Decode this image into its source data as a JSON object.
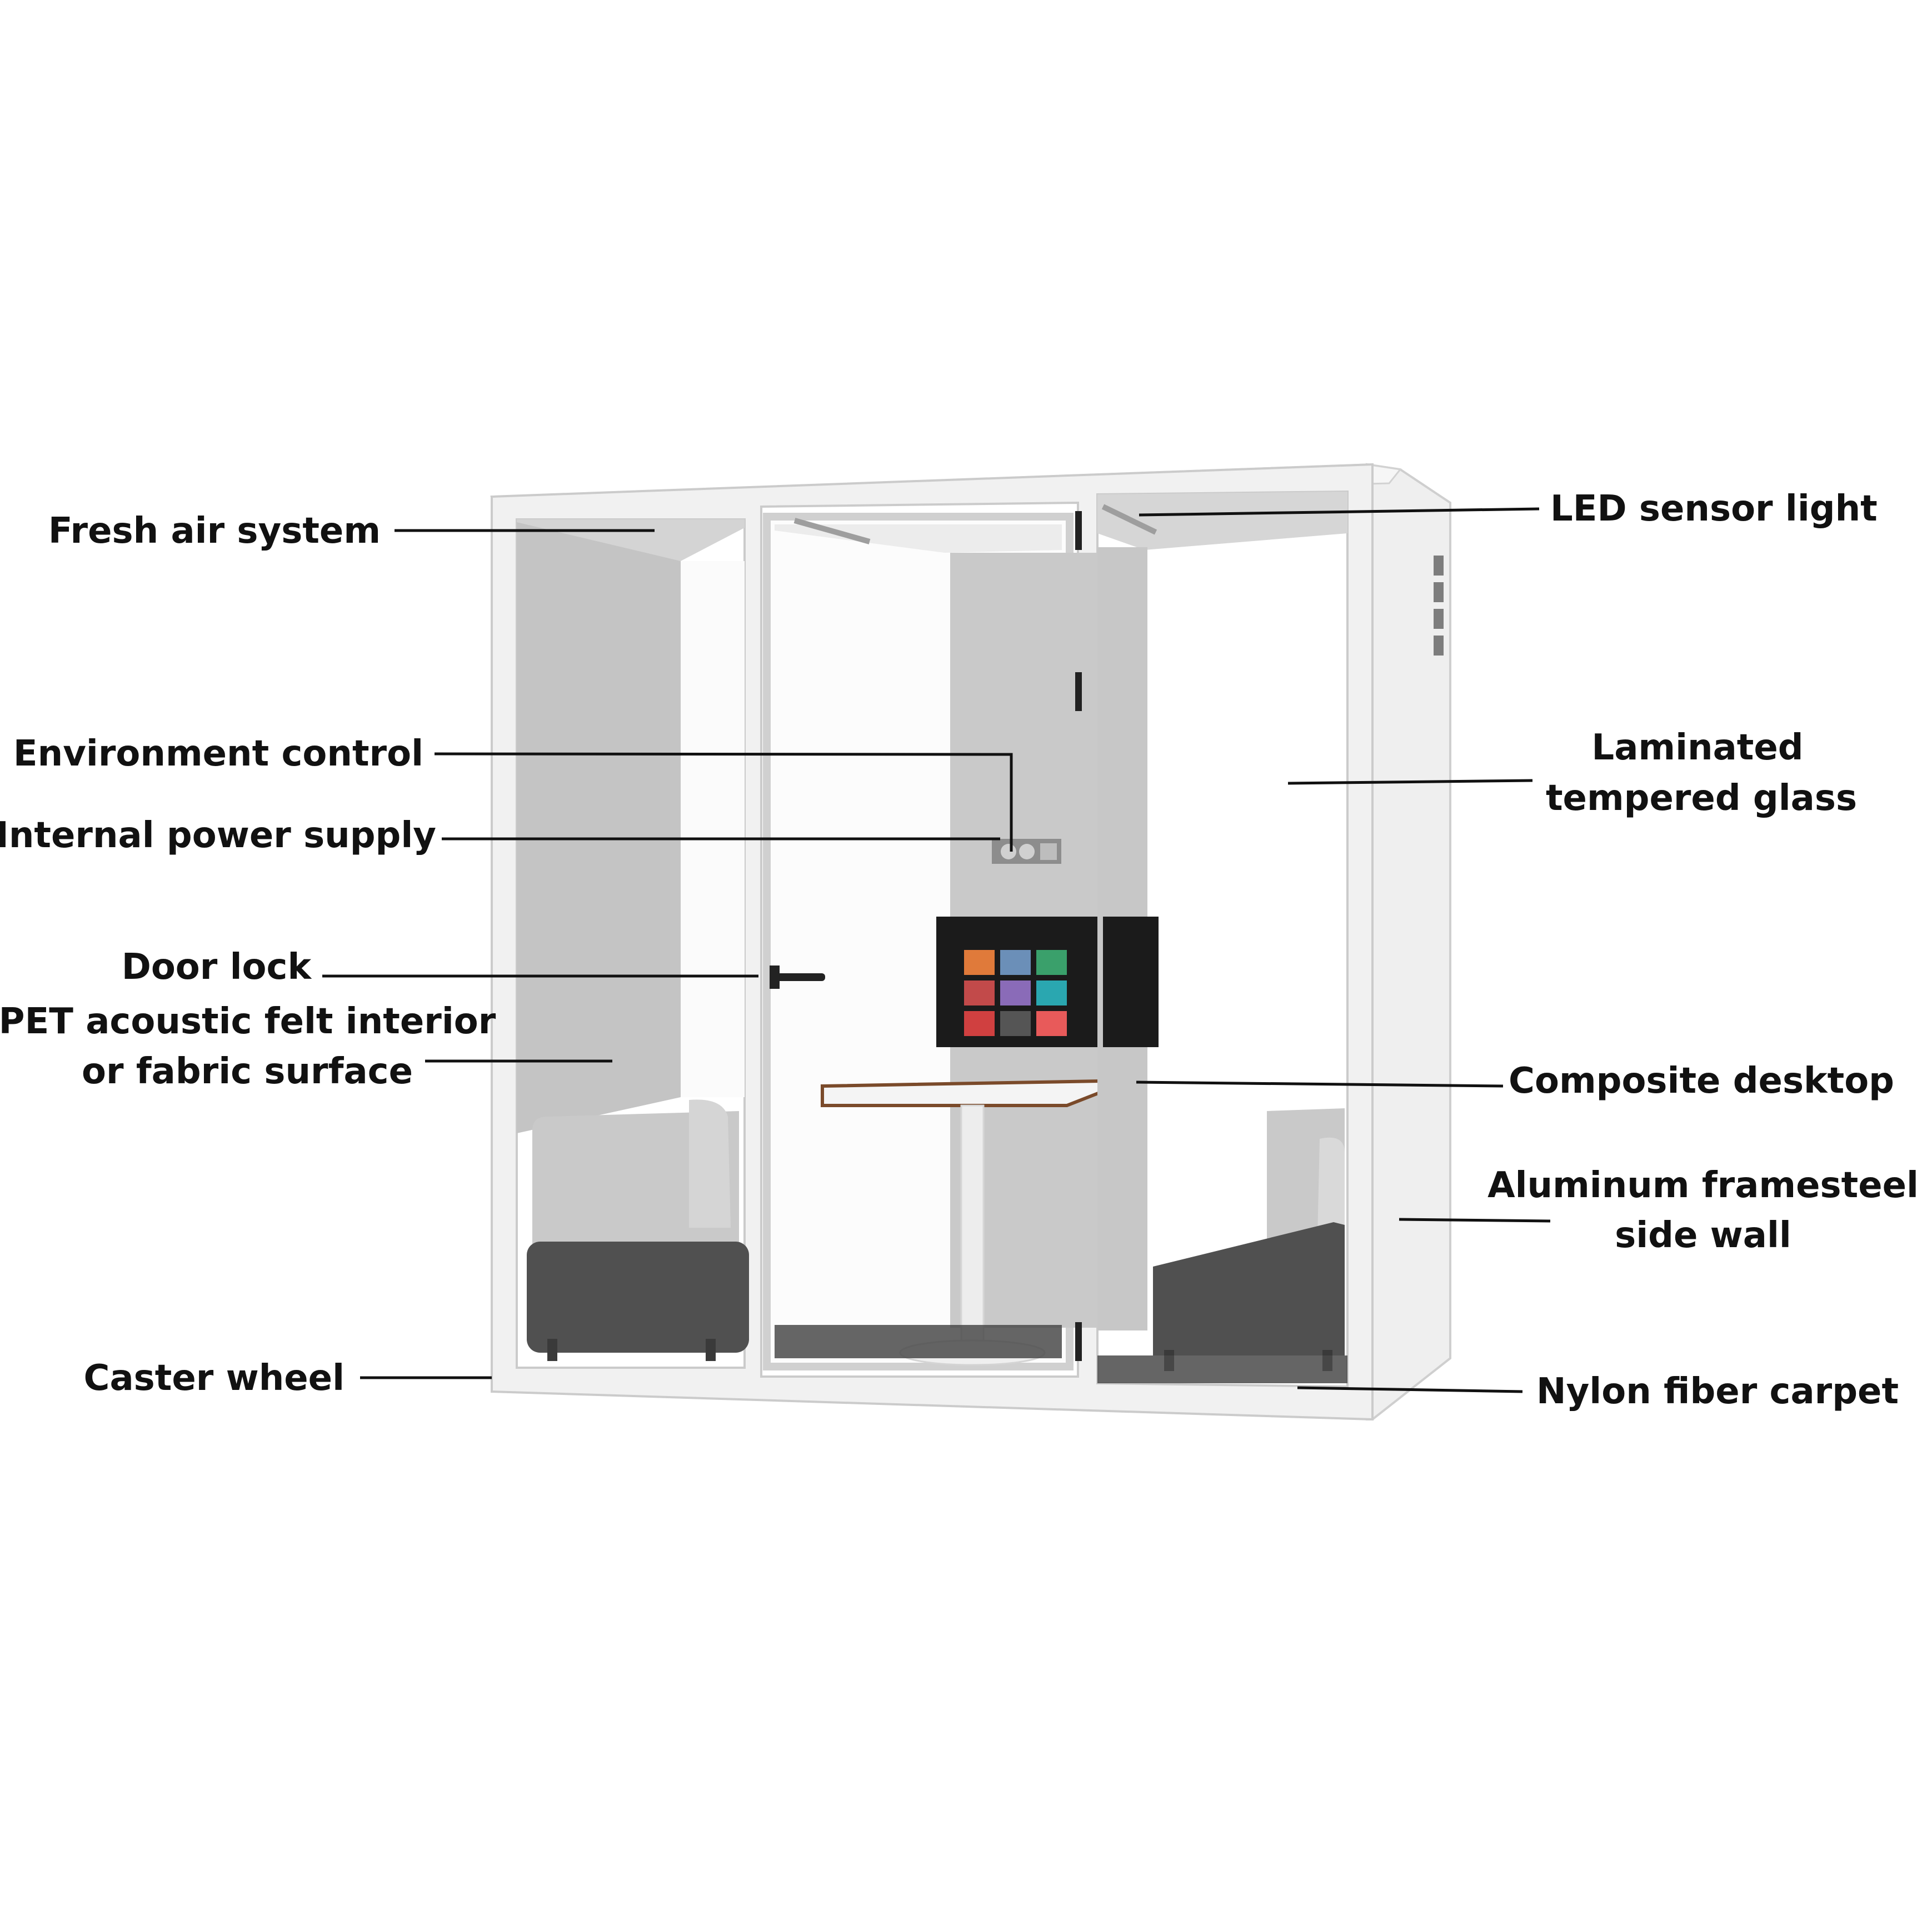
{
  "colors": {
    "frame": "#f1f1f1",
    "frame_stroke": "#c9c9c9",
    "felt": "#c4c4c4",
    "felt_dark": "#b2b2b2",
    "sofa_seat": "#4f4f4f",
    "sofa_back": "#c8c8c8",
    "label_text": "#111111",
    "leader_line": "#111111"
  },
  "labels": {
    "fresh_air": "Fresh air system",
    "environment": "Environment control",
    "power": "Internal power supply",
    "door_lock": "Door lock",
    "pet_line1": "PET acoustic felt interior",
    "pet_line2": "or fabric surface",
    "caster": "Caster wheel",
    "led": "LED sensor light",
    "glass_line1": "Laminated",
    "glass_line2": "tempered glass",
    "desktop": "Composite desktop",
    "aluminum_line1": "Aluminum framesteel",
    "aluminum_line2": "side wall",
    "carpet": "Nylon fiber carpet"
  },
  "screen": {
    "tiles": [
      "#e07a3a",
      "#6b8fb8",
      "#3aa06b",
      "#c24a4a",
      "#8a6bb8",
      "#2aa7b0",
      "#d04040",
      "#555555",
      "#e85a5a"
    ]
  }
}
